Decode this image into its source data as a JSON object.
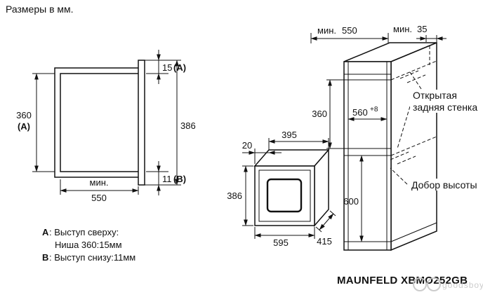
{
  "title": "Размеры в мм.",
  "model": "MAUNFELD XBMO252GB",
  "watermark": "goodsboy",
  "side_view": {
    "niche_height": "360",
    "niche_height_ref": "(A)",
    "top_gap": "15",
    "top_gap_ref": "(A)",
    "front_height": "386",
    "bottom_gap": "11",
    "bottom_gap_ref": "(B)",
    "depth_min_prefix": "мин.",
    "depth_min_value": "550"
  },
  "notes": {
    "a_key": "A",
    "a_text": ": Выступ сверху:",
    "a_line2": "Ниша 360:15мм",
    "b_key": "B",
    "b_text": ": Выступ снизу:11мм"
  },
  "oven_view": {
    "body_depth": "395",
    "frame_depth": "20",
    "height": "386",
    "width": "595",
    "total_depth": "415"
  },
  "cabinet_view": {
    "depth_min_prefix": "мин.",
    "depth_min_value": "550",
    "back_gap_prefix": "мин.",
    "back_gap_value": "35",
    "niche_height": "360",
    "niche_width": "560",
    "niche_width_tolerance": "+8",
    "lower_height": "600",
    "open_back_line1": "Открытая",
    "open_back_line2": "задняя стенка",
    "filler_label": "Добор высоты"
  },
  "colors": {
    "line": "#111111",
    "watermark": "#c7c7c7"
  }
}
